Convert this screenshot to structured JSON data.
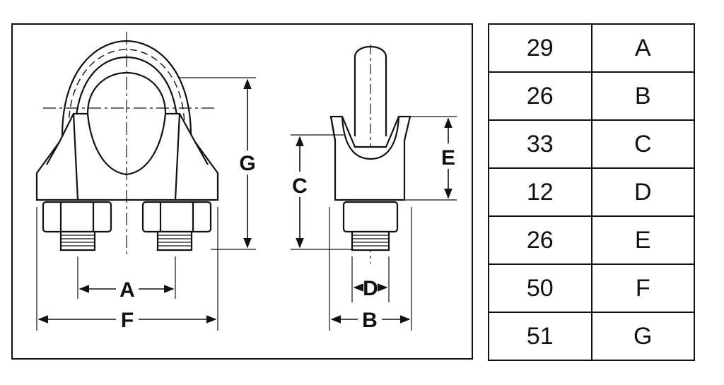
{
  "drawing": {
    "front_view_labels": {
      "A": "A",
      "F": "F",
      "G": "G"
    },
    "side_view_labels": {
      "C": "C",
      "E": "E",
      "D": "D",
      "B": "B"
    }
  },
  "dimensions_table": {
    "rows": [
      {
        "value": "29",
        "label": "A"
      },
      {
        "value": "26",
        "label": "B"
      },
      {
        "value": "33",
        "label": "C"
      },
      {
        "value": "12",
        "label": "D"
      },
      {
        "value": "26",
        "label": "E"
      },
      {
        "value": "50",
        "label": "F"
      },
      {
        "value": "51",
        "label": "G"
      }
    ]
  }
}
